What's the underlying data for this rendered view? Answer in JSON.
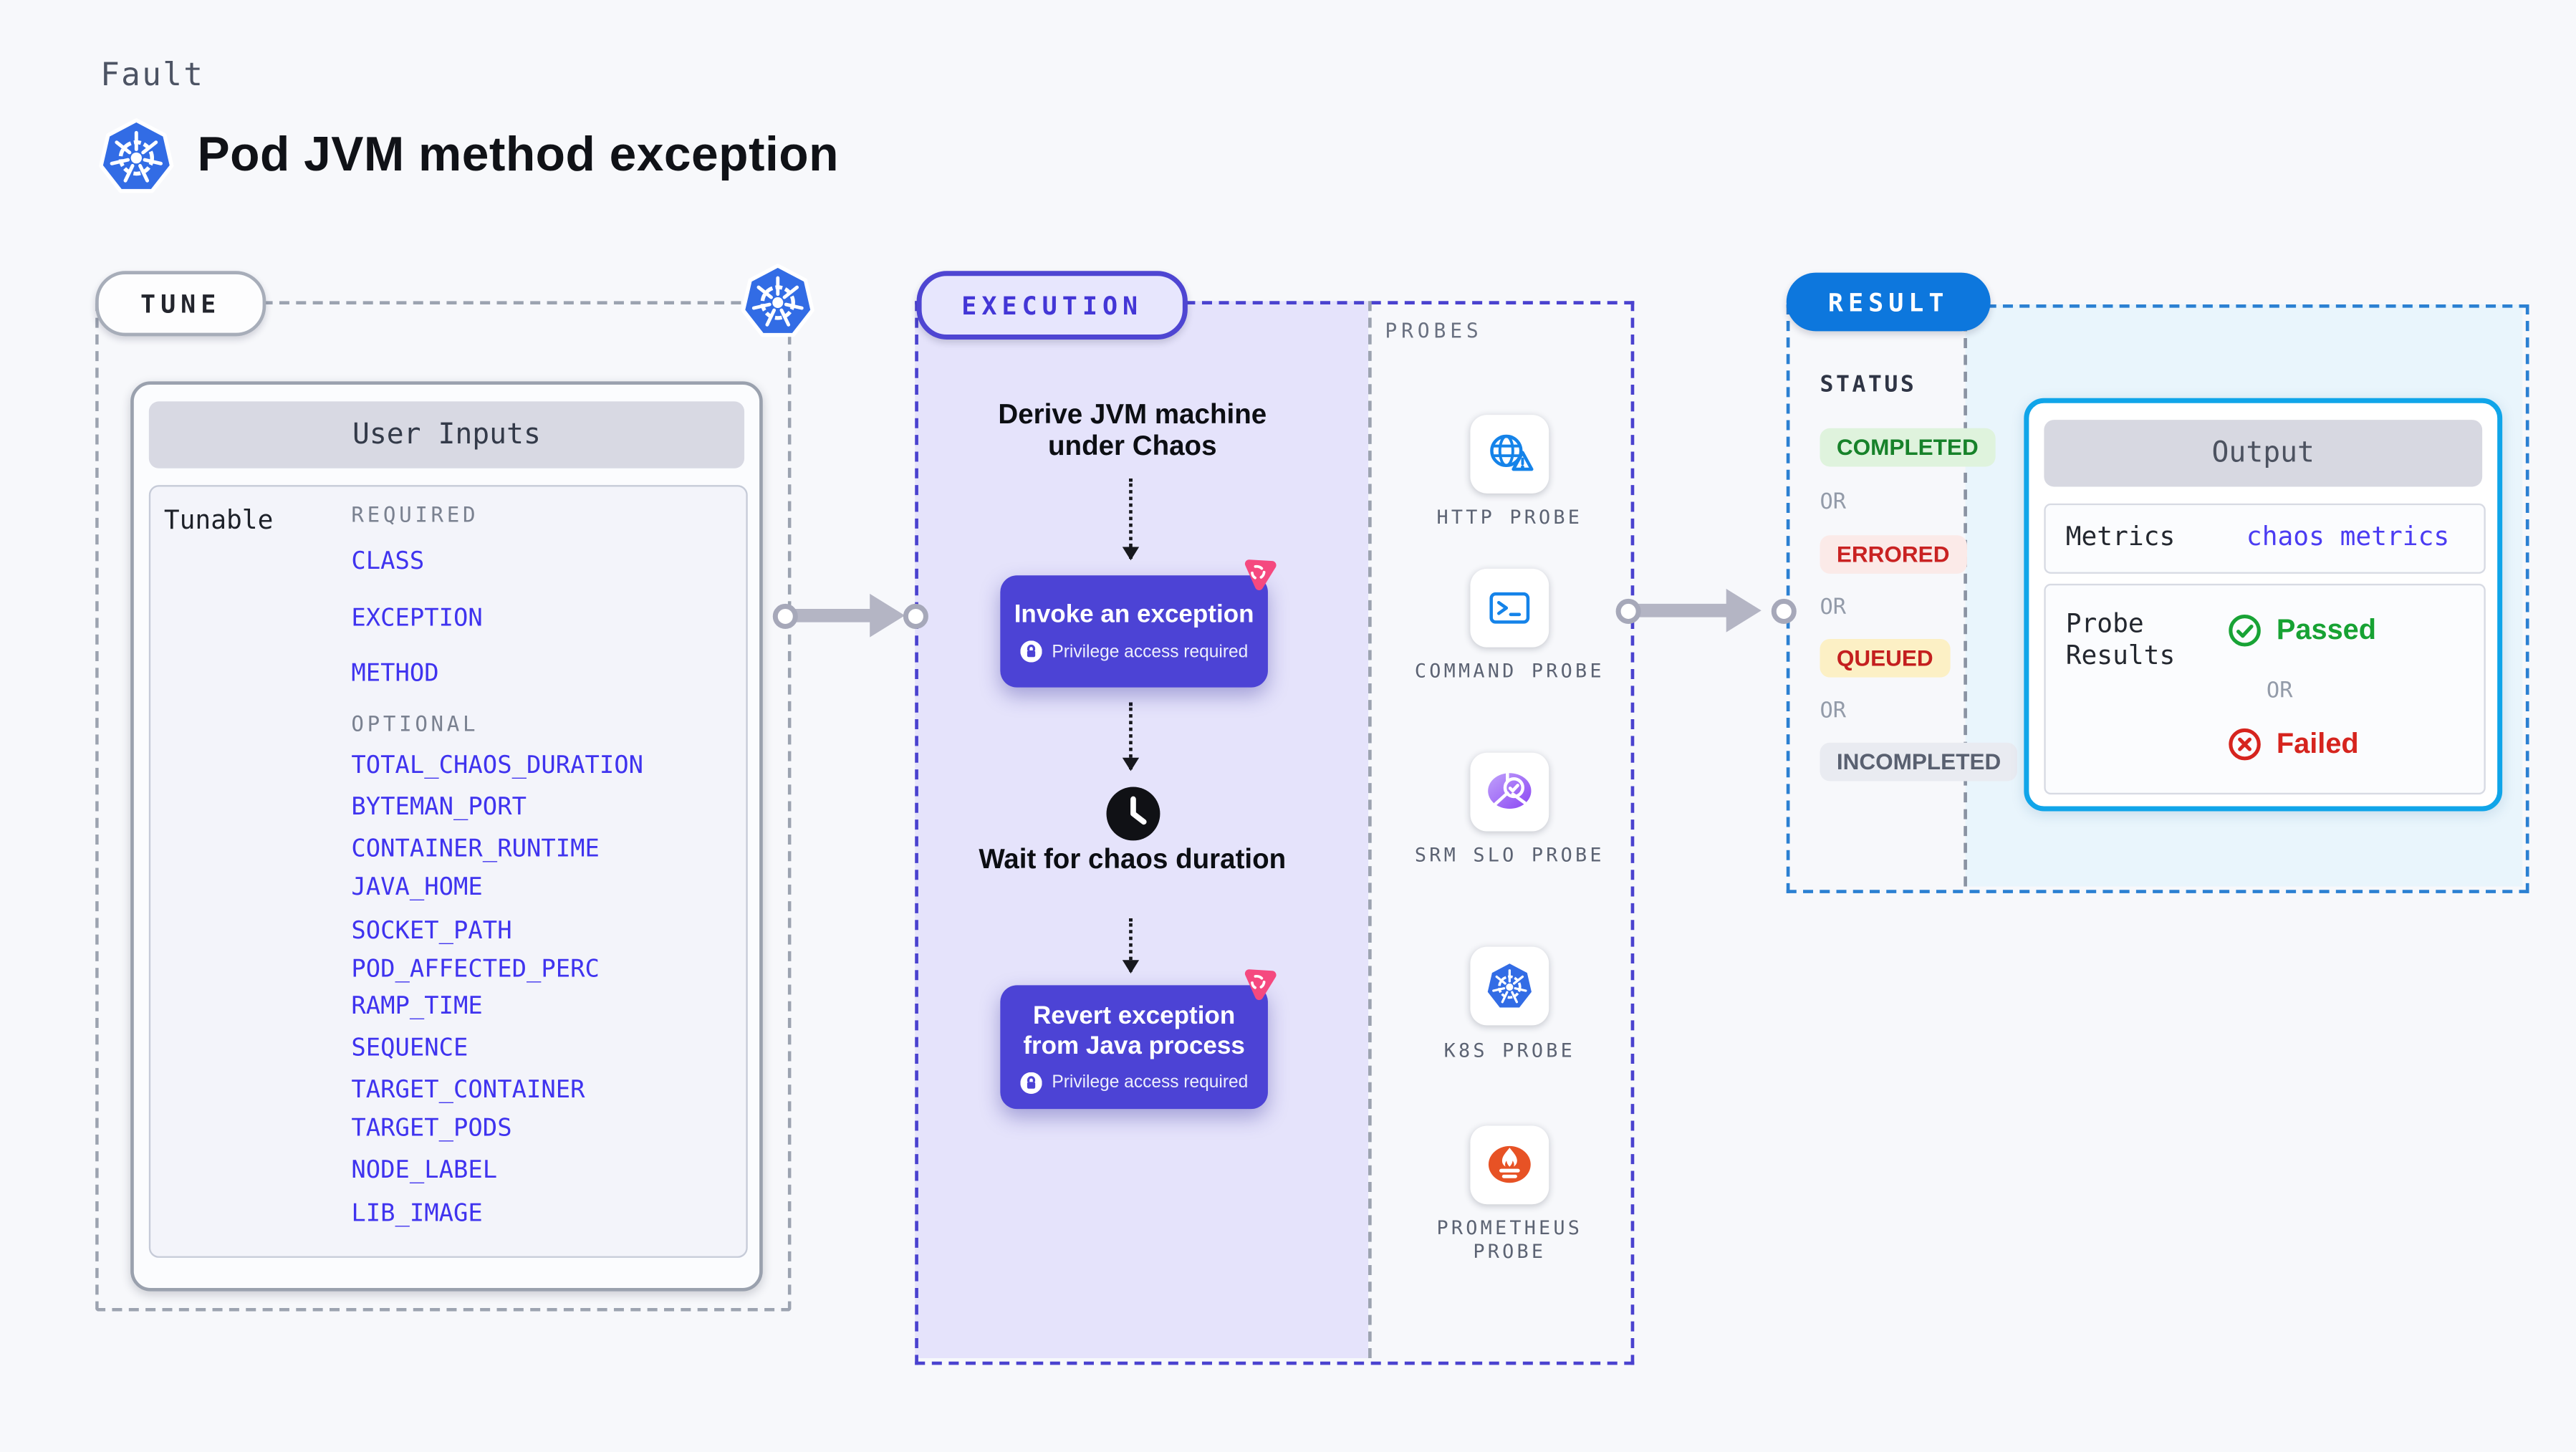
{
  "header": {
    "eyebrow": "Fault",
    "title": "Pod JVM method exception"
  },
  "tune": {
    "label": "TUNE",
    "table": {
      "title": "User Inputs",
      "row_label": "Tunable",
      "required_heading": "REQUIRED",
      "required_items": [
        "CLASS",
        "EXCEPTION",
        "METHOD"
      ],
      "optional_heading": "OPTIONAL",
      "optional_items": [
        "TOTAL_CHAOS_DURATION",
        "BYTEMAN_PORT",
        "CONTAINER_RUNTIME",
        "JAVA_HOME",
        "SOCKET_PATH",
        "POD_AFFECTED_PERC",
        "RAMP_TIME",
        "SEQUENCE",
        "TARGET_CONTAINER",
        "TARGET_PODS",
        "NODE_LABEL",
        "LIB_IMAGE"
      ]
    }
  },
  "execution": {
    "label": "EXECUTION",
    "step_derive": "Derive JVM machine under Chaos",
    "step_invoke": "Invoke an exception",
    "step_wait": "Wait for chaos duration",
    "step_revert": "Revert exception from Java process",
    "privilege_note": "Privilege access required"
  },
  "probes": {
    "label": "PROBES",
    "items": [
      {
        "name": "HTTP PROBE",
        "icon": "globe-alert-icon"
      },
      {
        "name": "COMMAND PROBE",
        "icon": "terminal-icon"
      },
      {
        "name": "SRM SLO PROBE",
        "icon": "slo-gauge-icon"
      },
      {
        "name": "K8S PROBE",
        "icon": "kubernetes-icon"
      },
      {
        "name": "PROMETHEUS PROBE",
        "icon": "prometheus-flame-icon"
      }
    ]
  },
  "result": {
    "label": "RESULT",
    "status_heading": "STATUS",
    "or_label": "OR",
    "statuses": [
      {
        "text": "COMPLETED",
        "fg": "#17822A",
        "bg": "#DFF3DD"
      },
      {
        "text": "ERRORED",
        "fg": "#C92222",
        "bg": "#FBEAE8"
      },
      {
        "text": "QUEUED",
        "fg": "#C41F1F",
        "bg": "#FCF0C5"
      },
      {
        "text": "INCOMPLETED",
        "fg": "#596070",
        "bg": "#E9EBF1"
      }
    ],
    "output": {
      "title": "Output",
      "metrics_label": "Metrics",
      "metrics_value": "chaos metrics",
      "probe_results_label": "Probe Results",
      "passed_label": "Passed",
      "or_label": "OR",
      "failed_label": "Failed"
    }
  },
  "colors": {
    "page_bg": "#F7F8FB",
    "indigo": "#4C43D5",
    "lavender": "#E5E3FB",
    "k8s_blue": "#326CE5",
    "probe_icon_blue": "#1583E9",
    "litmus_pink": "#F5497F",
    "result_blue": "#0D77DD",
    "cyan_border": "#10A5E9",
    "cyan_bg": "#E9F5FC",
    "tunable_item_blue": "#3F33EF",
    "passed_green": "#17A233",
    "failed_red": "#D6241E",
    "prometheus_orange": "#E75225",
    "srm_purple": "#8B46F3"
  }
}
